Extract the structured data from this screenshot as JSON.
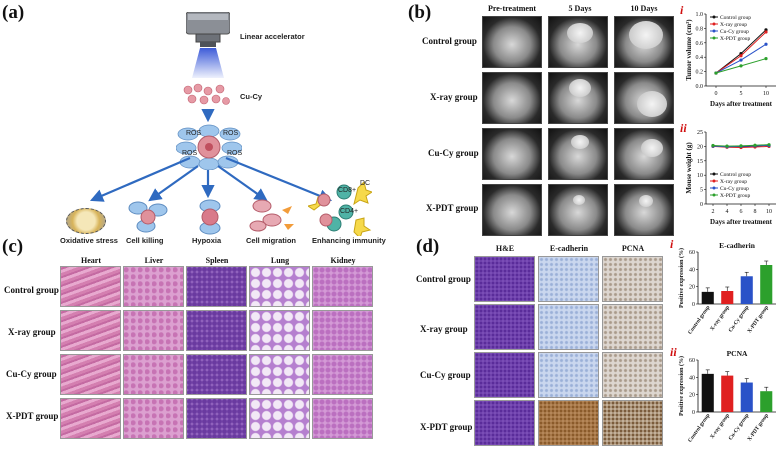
{
  "panels": {
    "a": {
      "label": "(a)",
      "accelerator_label": "Linear accelerator",
      "agent_label": "Cu-Cy",
      "ros_label": "ROS",
      "dc_label": "DC",
      "cd8_label": "CD8+",
      "cd4_label": "CD4+",
      "outcomes": [
        "Oxidative stress",
        "Cell killing",
        "Hypoxia",
        "Cell migration",
        "Enhancing immunity"
      ]
    },
    "b": {
      "label": "(b)",
      "columns": [
        "Pre-treatment",
        "5 Days",
        "10 Days"
      ],
      "rows": [
        "Control group",
        "X-ray group",
        "Cu-Cy group",
        "X-PDT group"
      ]
    },
    "c": {
      "label": "(c)",
      "columns": [
        "Heart",
        "Liver",
        "Spleen",
        "Lung",
        "Kidney"
      ],
      "rows": [
        "Control group",
        "X-ray group",
        "Cu-Cy group",
        "X-PDT group"
      ]
    },
    "d": {
      "label": "(d)",
      "columns": [
        "H&E",
        "E-cadherin",
        "PCNA"
      ],
      "rows": [
        "Control group",
        "X-ray group",
        "Cu-Cy group",
        "X-PDT group"
      ]
    }
  },
  "chart_data": [
    {
      "id": "b-i",
      "marker": "i",
      "type": "line",
      "x": [
        0,
        5,
        10
      ],
      "series": [
        {
          "name": "Control group",
          "values": [
            0.18,
            0.45,
            0.78
          ]
        },
        {
          "name": "X-ray group",
          "values": [
            0.18,
            0.42,
            0.75
          ]
        },
        {
          "name": "Cu-Cy group",
          "values": [
            0.18,
            0.36,
            0.58
          ]
        },
        {
          "name": "X-PDT group",
          "values": [
            0.18,
            0.28,
            0.38
          ]
        }
      ],
      "xlabel": "Days after treatment",
      "ylabel": "Tumor volume (cm³)",
      "xticks": [
        "0",
        "5",
        "10"
      ],
      "yticks": [
        "0.0",
        "0.2",
        "0.4",
        "0.6",
        "0.8",
        "1.0"
      ],
      "xlim": [
        -2,
        12
      ],
      "ylim": [
        0,
        1.0
      ],
      "legend": "top-left",
      "colors": [
        "#111111",
        "#e02020",
        "#2a52c8",
        "#2ca02c"
      ]
    },
    {
      "id": "b-ii",
      "marker": "ii",
      "type": "line",
      "x": [
        2,
        4,
        6,
        8,
        10
      ],
      "series": [
        {
          "name": "Control group",
          "values": [
            20.2,
            20.0,
            19.8,
            20.1,
            20.4
          ]
        },
        {
          "name": "X-ray group",
          "values": [
            20.0,
            19.7,
            19.6,
            19.8,
            20.0
          ]
        },
        {
          "name": "Cu-Cy group",
          "values": [
            20.1,
            19.9,
            20.0,
            20.2,
            20.3
          ]
        },
        {
          "name": "X-PDT group",
          "values": [
            20.3,
            20.1,
            20.2,
            20.4,
            20.6
          ]
        }
      ],
      "xlabel": "Days after treatment",
      "ylabel": "Mouse weight (g)",
      "xticks": [
        "2",
        "4",
        "6",
        "8",
        "10"
      ],
      "yticks": [
        "0",
        "5",
        "10",
        "15",
        "20",
        "25"
      ],
      "xlim": [
        1,
        11
      ],
      "ylim": [
        0,
        25
      ],
      "legend": "bottom-left",
      "colors": [
        "#111111",
        "#e02020",
        "#2a52c8",
        "#2ca02c"
      ]
    },
    {
      "id": "d-i",
      "marker": "i",
      "type": "bar",
      "title": "E-cadherin",
      "categories": [
        "Control group",
        "X-ray group",
        "Cu-Cy group",
        "X-PDT group"
      ],
      "values": [
        14,
        15,
        32,
        45
      ],
      "ylabel": "Positive expression (%)",
      "yticks": [
        "0",
        "20",
        "40",
        "60"
      ],
      "ylim": [
        0,
        60
      ],
      "colors": [
        "#111111",
        "#e02020",
        "#2a52c8",
        "#2ca02c"
      ]
    },
    {
      "id": "d-ii",
      "marker": "ii",
      "type": "bar",
      "title": "PCNA",
      "categories": [
        "Control group",
        "X-ray group",
        "Cu-Cy group",
        "X-PDT group"
      ],
      "values": [
        44,
        42,
        34,
        24
      ],
      "ylabel": "Positive expression (%)",
      "yticks": [
        "0",
        "20",
        "40",
        "60"
      ],
      "ylim": [
        0,
        60
      ],
      "colors": [
        "#111111",
        "#e02020",
        "#2a52c8",
        "#2ca02c"
      ]
    }
  ]
}
